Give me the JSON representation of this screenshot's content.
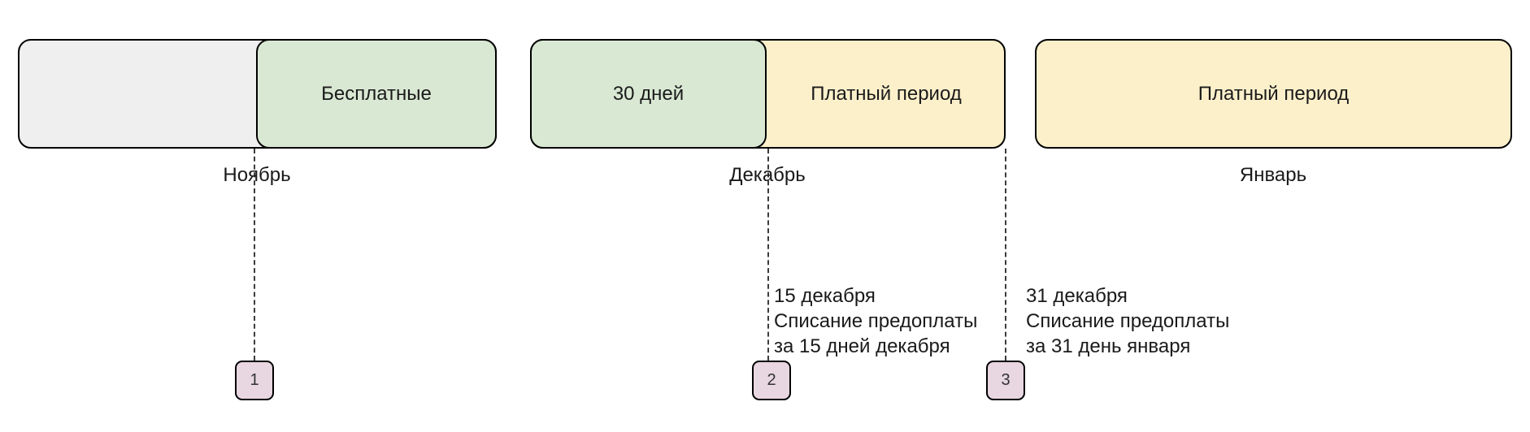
{
  "colors": {
    "free_segment": "#d9e8d3",
    "paid_segment": "#fcf0cb",
    "empty_segment": "#efefef",
    "marker": "#e8d6e0",
    "border": "#000000"
  },
  "blocks": [
    {
      "month": "Ноябрь",
      "segments": [
        {
          "label": "",
          "color": "gray"
        },
        {
          "label": "Бесплатные",
          "color": "green"
        }
      ]
    },
    {
      "month": "Декабрь",
      "segments": [
        {
          "label": "30 дней",
          "color": "green"
        },
        {
          "label": "Платный период",
          "color": "yellow"
        }
      ]
    },
    {
      "month": "Январь",
      "segments": [
        {
          "label": "Платный период",
          "color": "yellow"
        }
      ]
    }
  ],
  "markers": [
    {
      "number": "1",
      "annotation": {
        "line1": "",
        "line2": "",
        "line3": ""
      }
    },
    {
      "number": "2",
      "annotation": {
        "line1": "15 декабря",
        "line2": "Списание предоплаты",
        "line3": "за 15 дней декабря"
      }
    },
    {
      "number": "3",
      "annotation": {
        "line1": "31 декабря",
        "line2": "Списание предоплаты",
        "line3": "за 31 день января"
      }
    }
  ]
}
